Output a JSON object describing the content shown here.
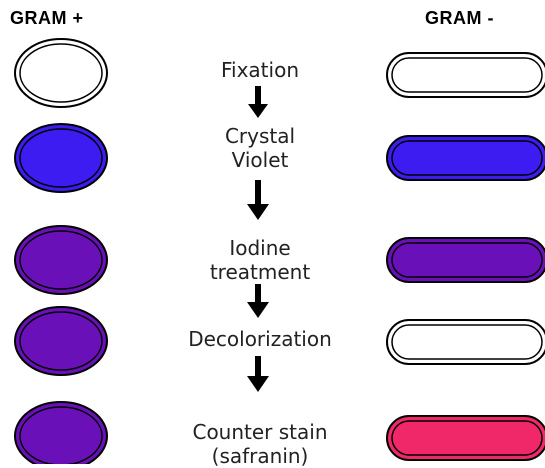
{
  "headers": {
    "gram_positive": "GRAM +",
    "gram_negative": "GRAM -"
  },
  "steps": [
    {
      "label": "Fixation",
      "positive_color": "#ffffff",
      "negative_color": "#ffffff"
    },
    {
      "label": "Crystal\nViolet",
      "positive_color": "#3d1cf2",
      "negative_color": "#3d1cf2"
    },
    {
      "label": "Iodine\ntreatment",
      "positive_color": "#6a10b8",
      "negative_color": "#6a10b8"
    },
    {
      "label": "Decolorization",
      "positive_color": "#6a10b8",
      "negative_color": "#ffffff"
    },
    {
      "label": "Counter stain\n(safranin)",
      "positive_color": "#6a10b8",
      "negative_color": "#f0286a"
    }
  ],
  "colors": {
    "outline": "#000000",
    "arrow": "#000000"
  }
}
